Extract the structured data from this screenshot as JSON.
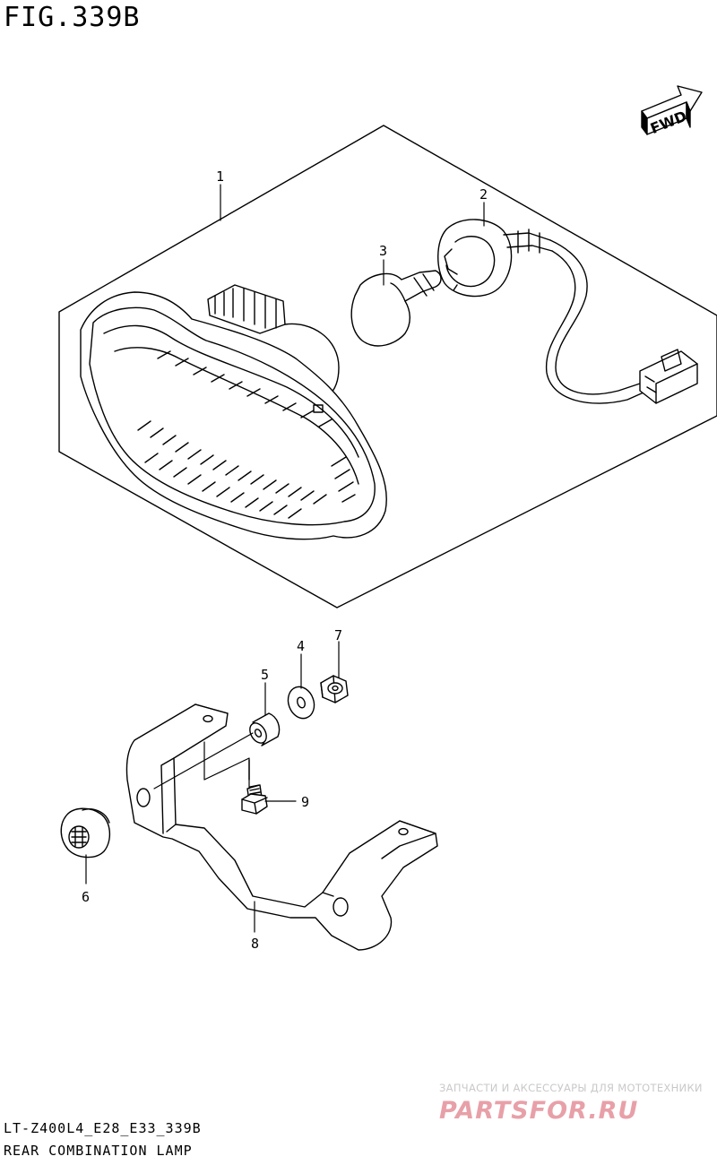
{
  "figure_title": "FIG.339B",
  "fwd_label": "FWD",
  "callouts": {
    "p1": "1",
    "p2": "2",
    "p3": "3",
    "p4": "4",
    "p5": "5",
    "p6": "6",
    "p7": "7",
    "p8": "8",
    "p9": "9"
  },
  "footer": {
    "model_code": "LT-Z400L4_E28_E33_339B",
    "assembly_name": "REAR COMBINATION LAMP"
  },
  "watermark": {
    "caption": "ЗАПЧАСТИ И АКСЕССУАРЫ ДЛЯ МОТОТЕХНИКИ",
    "logo_text": "PARTSFOR.RU",
    "color": "#e8a0a8"
  }
}
